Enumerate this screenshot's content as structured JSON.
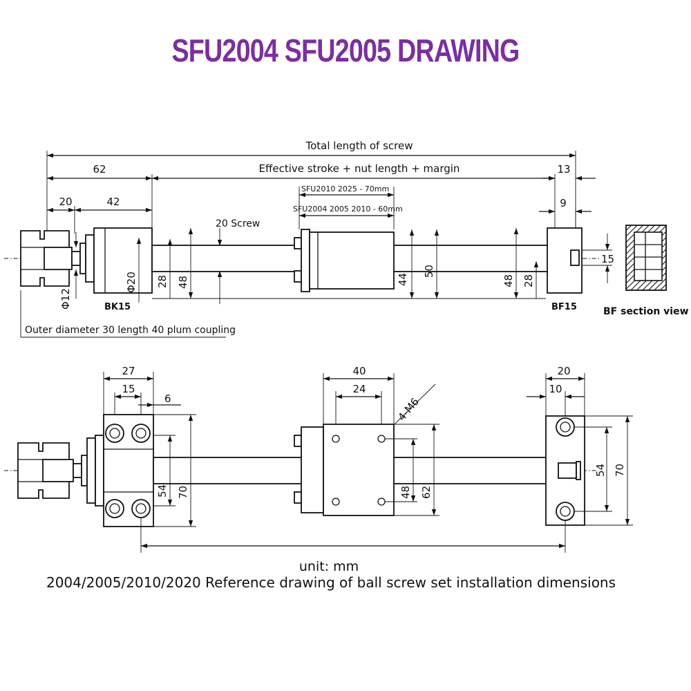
{
  "title": "SFU2004 SFU2005 DRAWING",
  "colors": {
    "title": "#7b2fa0",
    "line": "#111111",
    "hatch": "#111111"
  },
  "top_view": {
    "total_length": "Total length of screw",
    "effective": "Effective stroke + nut length + margin",
    "d62": "62",
    "d13": "13",
    "d20": "20",
    "d42": "42",
    "d9": "9",
    "nut_note_1": "SFU2010 2025 - 70mm",
    "nut_note_2": "SFU2004 2005 2010 - 60mm",
    "screw": "20 Screw",
    "phi20": "Φ20",
    "phi12": "Φ12",
    "d28_left": "28",
    "d48_left": "48",
    "d44": "44",
    "d50": "50",
    "d48_right": "48",
    "d28_right": "28",
    "d15": "15",
    "bk15": "BK15",
    "bf15": "BF15",
    "bf_section": "BF section view",
    "coupling": "Outer diameter 30 length 40 plum coupling"
  },
  "bottom_view": {
    "d27": "27",
    "d15": "15",
    "d6": "6",
    "d40": "40",
    "d24": "24",
    "m6": "4-M6",
    "d20": "20",
    "d10": "10",
    "d54_left": "54",
    "d70_left": "70",
    "d48": "48",
    "d62": "62",
    "d54_right": "54",
    "d70_right": "70"
  },
  "unit": "unit:  mm",
  "caption": "2004/2005/2010/2020 Reference drawing of ball screw set installation dimensions"
}
